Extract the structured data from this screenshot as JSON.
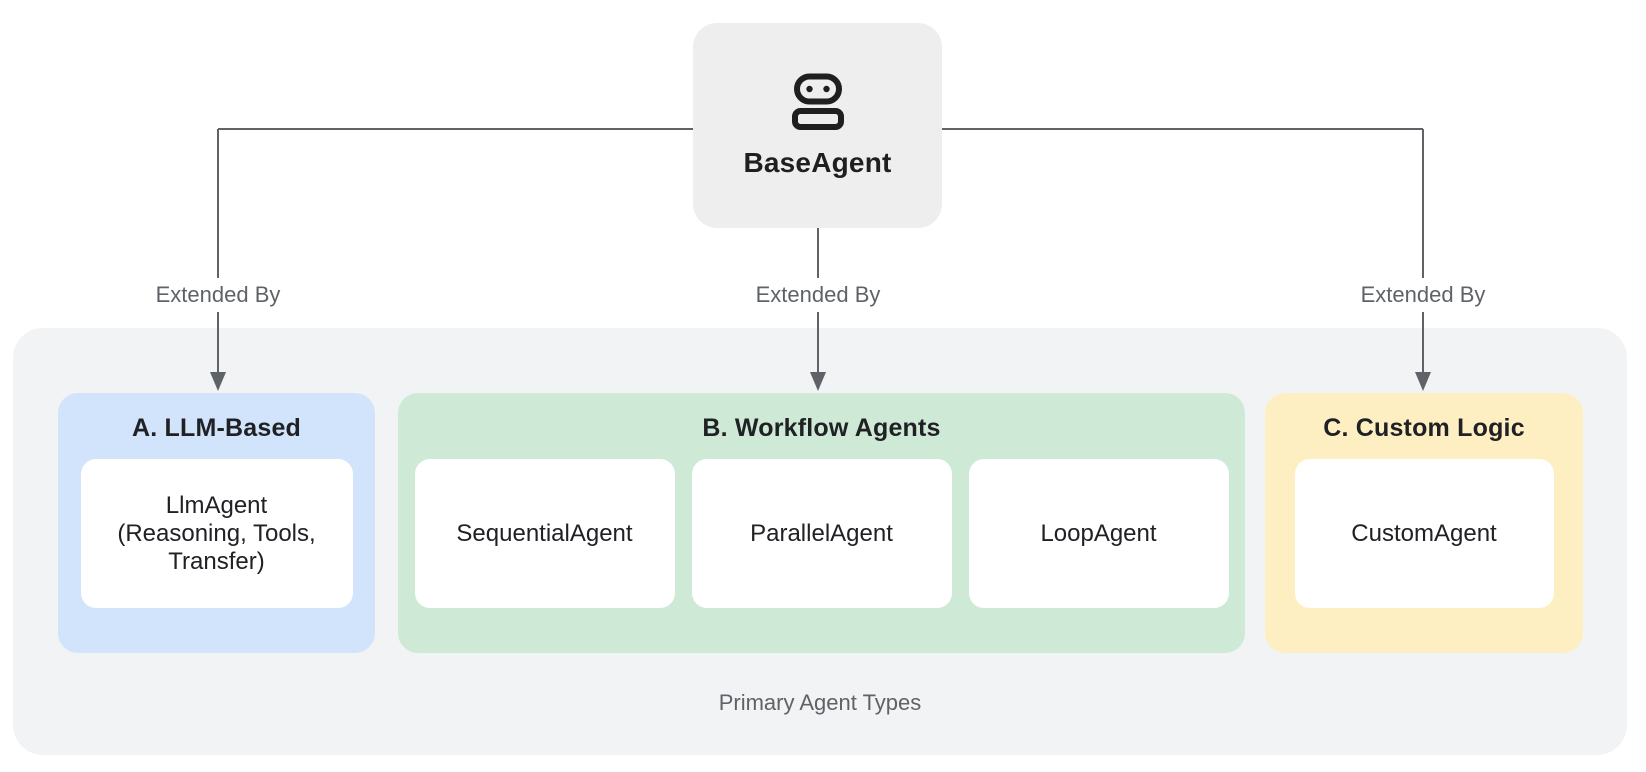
{
  "diagram": {
    "root": {
      "label": "BaseAgent",
      "icon": "robot-icon"
    },
    "edge_label": "Extended By",
    "caption": "Primary Agent Types",
    "groups": [
      {
        "title": "A. LLM-Based",
        "color": "#d2e3fc",
        "children": [
          {
            "lines": [
              "LlmAgent",
              "(Reasoning, Tools,",
              "Transfer)"
            ]
          }
        ]
      },
      {
        "title": "B. Workflow Agents",
        "color": "#ceead6",
        "children": [
          {
            "label": "SequentialAgent"
          },
          {
            "label": "ParallelAgent"
          },
          {
            "label": "LoopAgent"
          }
        ]
      },
      {
        "title": "C. Custom Logic",
        "color": "#feefc3",
        "children": [
          {
            "label": "CustomAgent"
          }
        ]
      }
    ],
    "colors": {
      "root_bg": "#eeeeee",
      "container_bg": "#f1f3f4",
      "group_blue": "#d2e3fc",
      "group_green": "#ceead6",
      "group_yellow": "#feefc3",
      "card_bg": "#ffffff",
      "connector": "#5f6368",
      "text_primary": "#202124",
      "text_secondary": "#5f6368",
      "root_text": "#1f1f1f"
    }
  }
}
